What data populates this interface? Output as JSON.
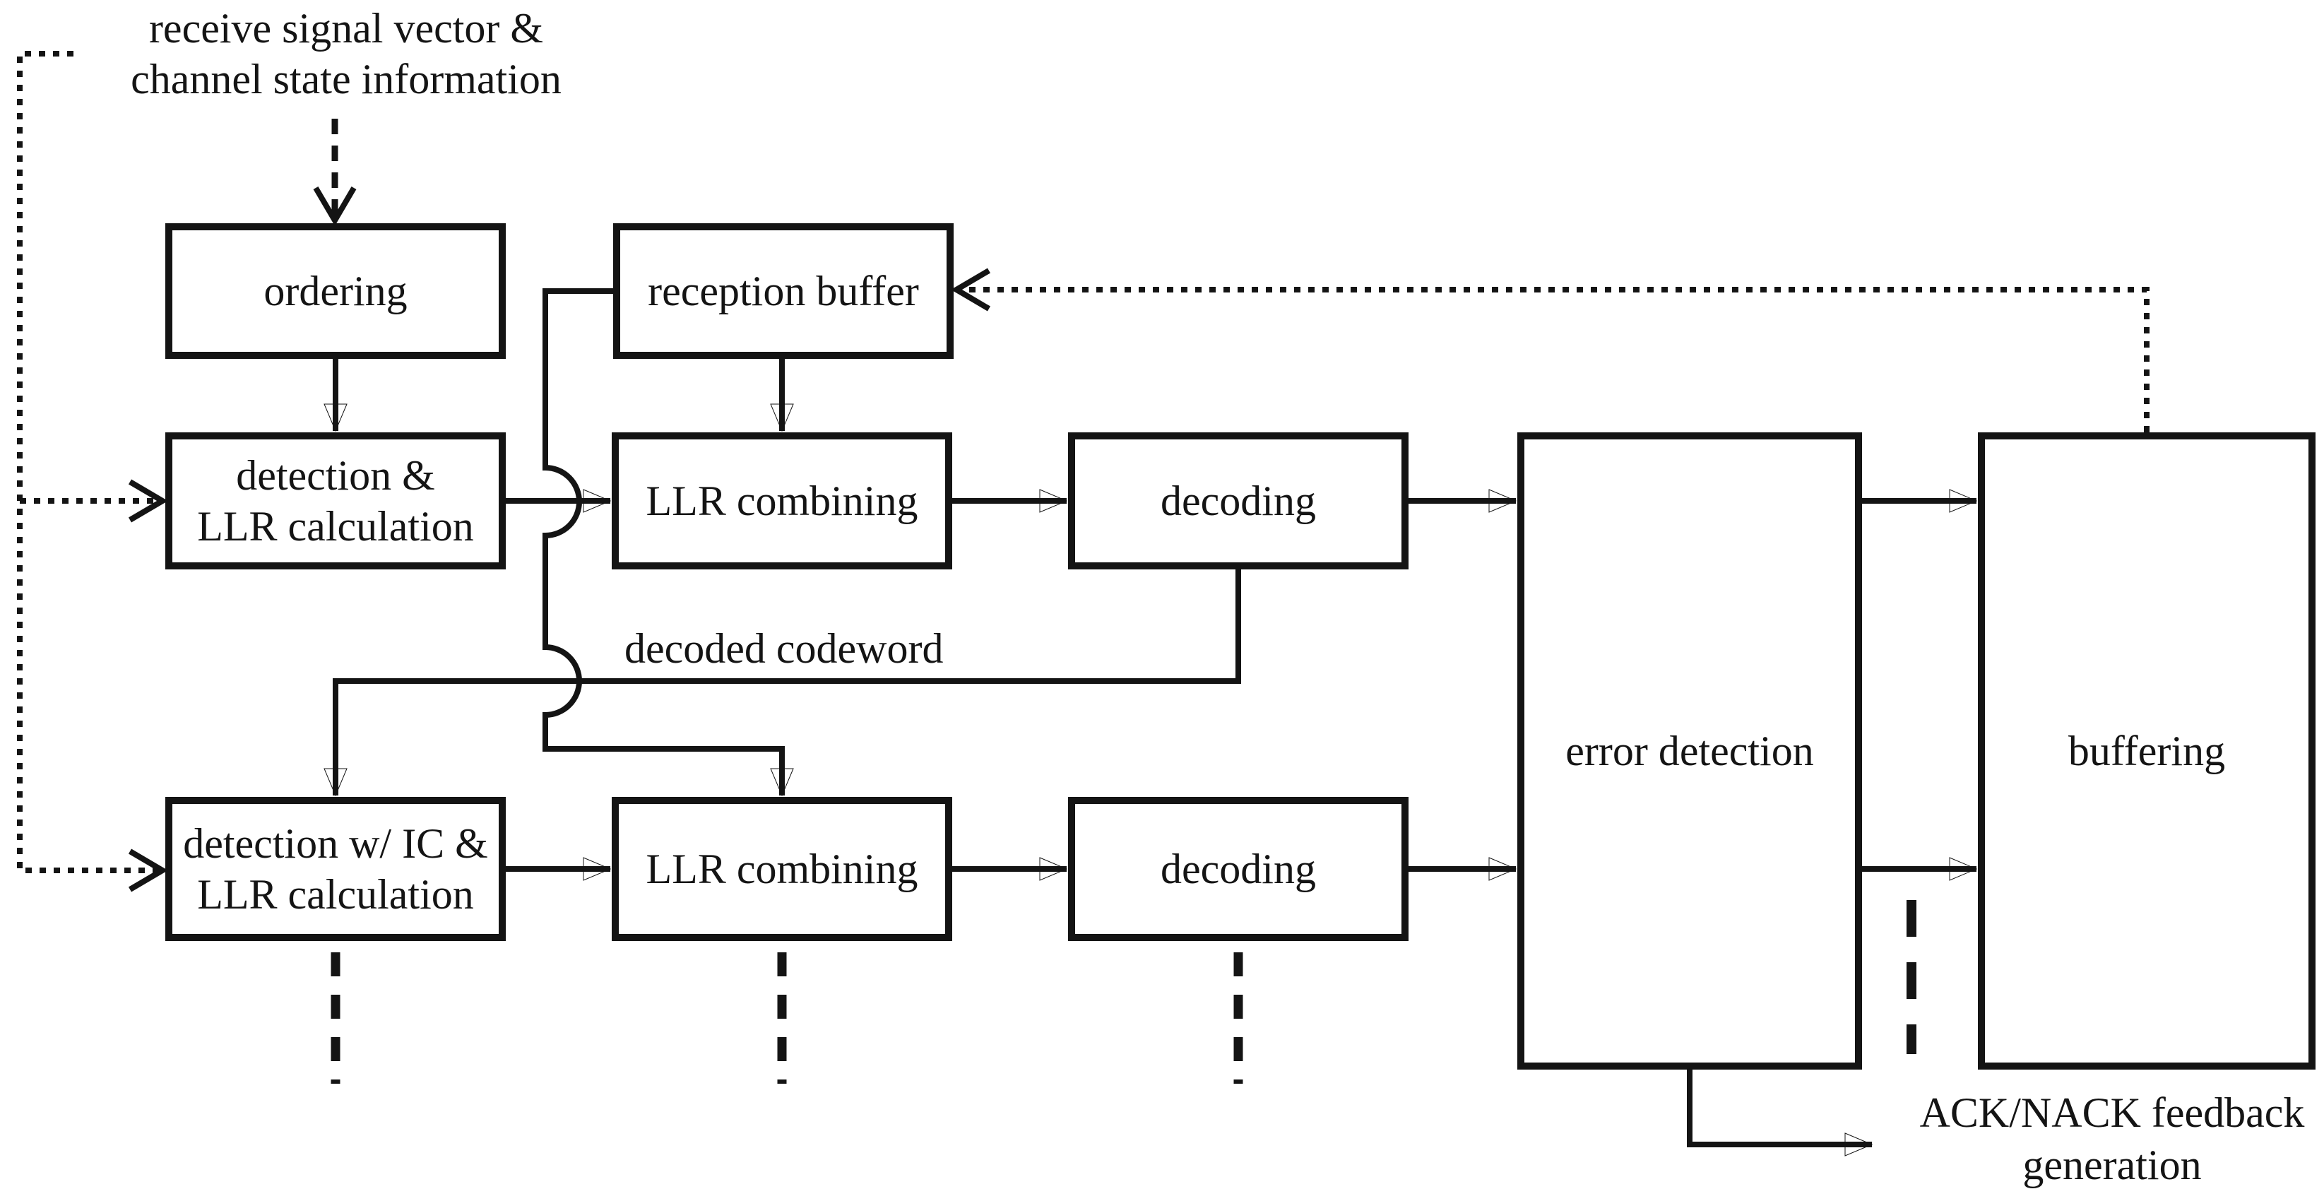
{
  "diagram": {
    "type": "block-diagram",
    "subject": "HARQ MIMO receiver signal flow",
    "colors": {
      "ink": "#141414",
      "background": "#ffffff"
    },
    "annotations": {
      "input": {
        "line1": "receive signal vector &",
        "line2": "channel state information"
      },
      "decoded_codeword": "decoded codeword",
      "ack": {
        "line1": "ACK/NACK feedback",
        "line2": "generation"
      }
    },
    "boxes": {
      "ordering": {
        "label": "ordering"
      },
      "reception_buffer": {
        "label": "reception buffer"
      },
      "detection_llr": {
        "line1": "detection &",
        "line2": "LLR calculation"
      },
      "llr_combining_top": {
        "label": "LLR combining"
      },
      "decoding_top": {
        "label": "decoding"
      },
      "error_detection": {
        "label": "error detection"
      },
      "buffering": {
        "label": "buffering"
      },
      "detection_ic_llr": {
        "line1": "detection w/ IC &",
        "line2": "LLR calculation"
      },
      "llr_combining_bottom": {
        "label": "LLR combining"
      },
      "decoding_bottom": {
        "label": "decoding"
      }
    }
  }
}
